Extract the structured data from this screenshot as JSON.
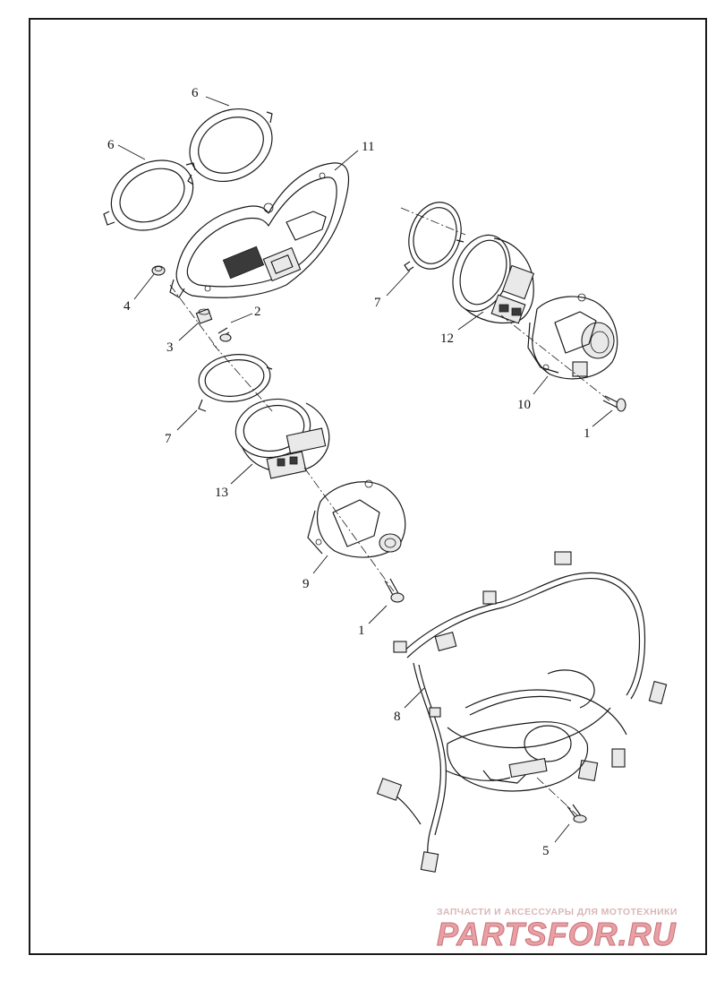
{
  "callouts": {
    "c6a": "6",
    "c6b": "6",
    "c11": "11",
    "c4": "4",
    "c2": "2",
    "c3": "3",
    "c7a": "7",
    "c12": "12",
    "c10": "10",
    "c1a": "1",
    "c7b": "7",
    "c13": "13",
    "c9": "9",
    "c1b": "1",
    "c8": "8",
    "c5": "5"
  },
  "watermark": {
    "subtitle": "ЗАПЧАСТИ И АКСЕССУАРЫ ДЛЯ МОТОТЕХНИКИ",
    "logo": "PARTSFOR.RU"
  },
  "colors": {
    "line": "#1a1a1a",
    "watermark_red": "#e8a0a4",
    "watermark_sub": "#d9b7b9",
    "watermark_stroke": "#c97078"
  }
}
